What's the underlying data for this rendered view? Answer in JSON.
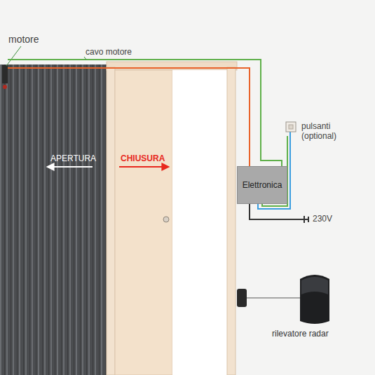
{
  "diagram": {
    "nodes": [
      {
        "text": [
          "Elettronica"
        ]
      }
    ],
    "labels": [
      "motore",
      "cavo motore",
      "APERTURA",
      "CHIUSURA",
      "pulsanti (optional)",
      "230V",
      "rilevatore radar"
    ]
  }
}
